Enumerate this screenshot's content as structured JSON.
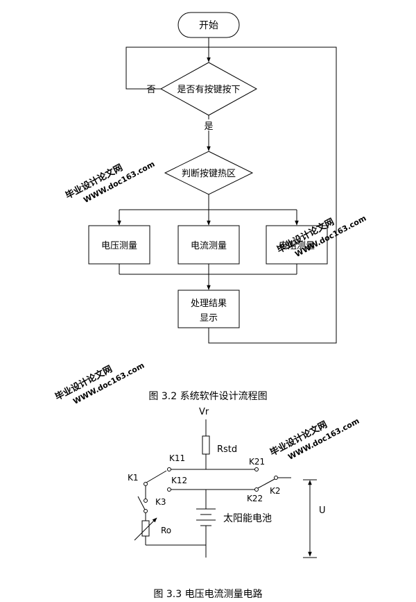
{
  "flowchart": {
    "start": "开始",
    "decision_key": "是否有按键按下",
    "no_label": "否",
    "yes_label": "是",
    "decision_hot": "判断按键热区",
    "voltage": "电压测量",
    "current": "电流测量",
    "resistance": "电阻测量",
    "process_line1": "处理结果",
    "process_line2": "显示"
  },
  "caption1": "图 3.2 系统软件设计流程图",
  "circuit": {
    "vr": "Vr",
    "rstd": "Rstd",
    "k11": "K11",
    "k21": "K21",
    "k1": "K1",
    "k12": "K12",
    "k2": "K2",
    "k22": "K22",
    "k3": "K3",
    "ro": "Ro",
    "battery": "太阳能电池",
    "u": "U"
  },
  "caption2": "图 3.3 电压电流测量电路",
  "watermark": {
    "cn": "毕业设计论文网",
    "url": "WWW.doc163.com"
  },
  "colors": {
    "watermark": "#f2a6a6",
    "lines": "#000000"
  }
}
